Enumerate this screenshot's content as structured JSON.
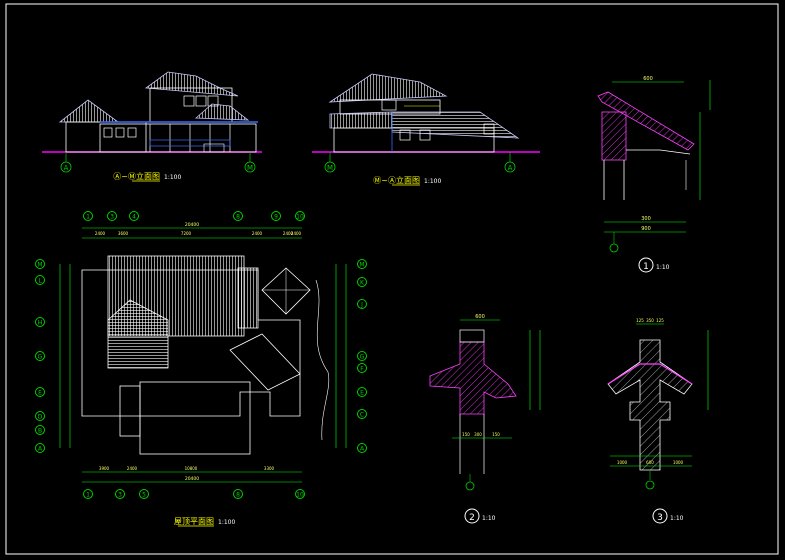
{
  "colors": {
    "background": "#000000",
    "frame": "#ffffff",
    "roof": "#c8c8ff",
    "wall": "#ffffff",
    "accent_blue": "#3a6bff",
    "axis_green": "#00d000",
    "dimension": "#00ff00",
    "ground_magenta": "#ff00ff",
    "hatch_magenta": "#ff40ff",
    "annotation_yellow": "#ffff00",
    "dimension_text": "#ffff66"
  },
  "views": {
    "front_elevation": {
      "title": "Ⓐ~Ⓜ立面图",
      "scale": "1:100",
      "left_axis": "A",
      "right_axis": "M"
    },
    "side_elevation": {
      "title": "Ⓜ~Ⓐ立面图",
      "scale": "1:100",
      "left_axis": "M",
      "right_axis": "A"
    },
    "roof_plan": {
      "title": "屋顶平面图",
      "scale": "1:100",
      "top_axes": [
        "1",
        "3",
        "4",
        "8",
        "9",
        "10"
      ],
      "bottom_axes": [
        "1",
        "3",
        "5",
        "8",
        "10"
      ],
      "left_axes": [
        "M",
        "L",
        "H",
        "G",
        "E",
        "D",
        "B",
        "A"
      ],
      "right_axes": [
        "M",
        "K",
        "J",
        "G",
        "F",
        "E",
        "C",
        "A"
      ],
      "top_dims": [
        "2400",
        "3600",
        "7200",
        "2400",
        "2400",
        "2400"
      ],
      "top_total": "20400",
      "bottom_dims": [
        "3900",
        "2400",
        "10800",
        "3300"
      ],
      "bottom_total": "20400"
    },
    "detail_1": {
      "callout": "1",
      "scale": "1:10",
      "dims_top": "600",
      "dims_bottom": "300",
      "total_bottom": "900"
    },
    "detail_2": {
      "callout": "2",
      "scale": "1:10",
      "dims_top": "600",
      "dims_bottom": [
        "150",
        "300",
        "150"
      ]
    },
    "detail_3": {
      "callout": "3",
      "scale": "1:10",
      "dims_top": [
        "125",
        "350",
        "125"
      ],
      "dims_bottom": [
        "1000",
        "600",
        "1000"
      ]
    }
  }
}
